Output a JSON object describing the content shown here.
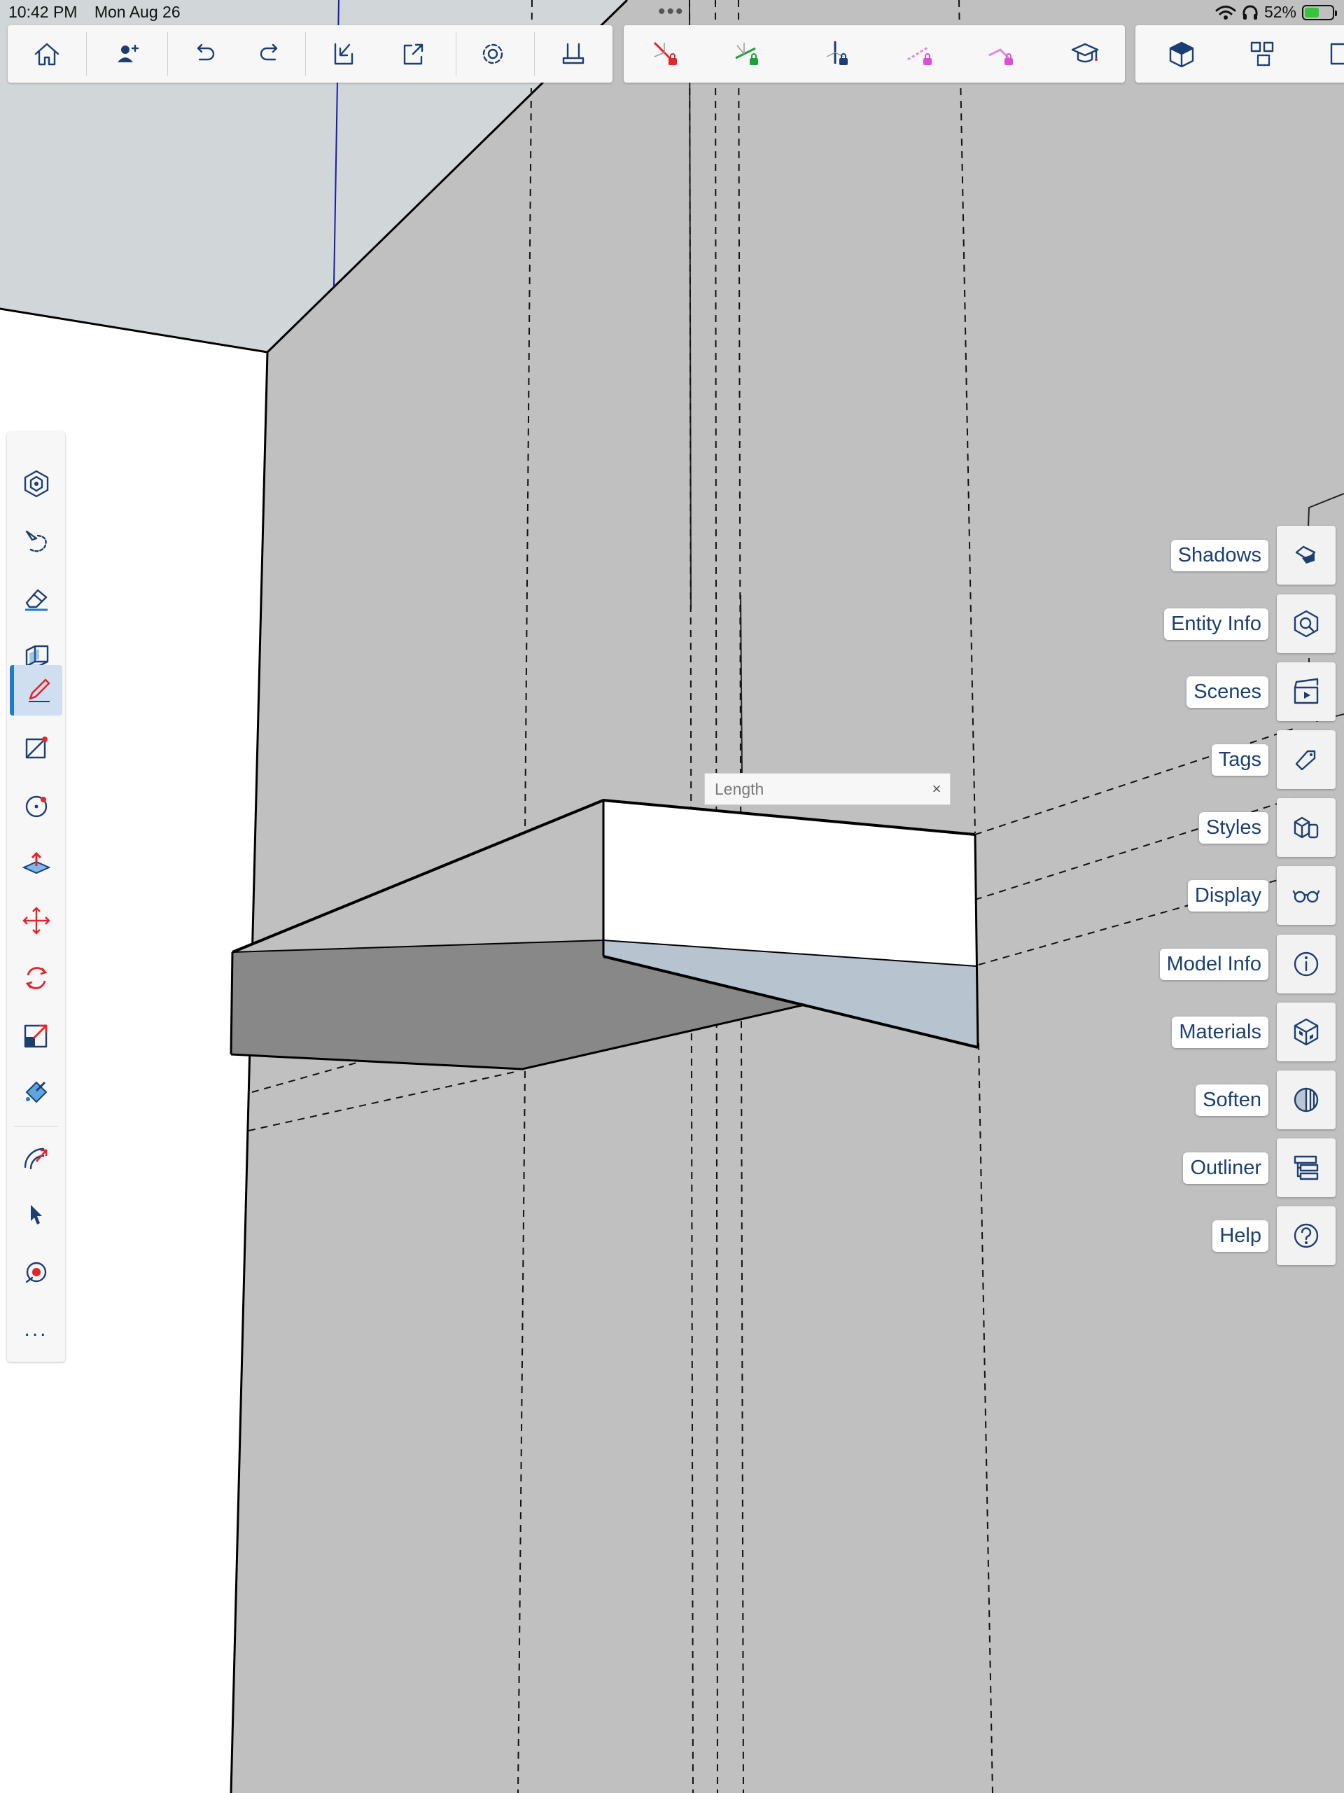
{
  "status_bar": {
    "time": "10:42 PM",
    "date": "Mon Aug 26",
    "battery_percent": "52%",
    "battery_level": 0.52,
    "icons": [
      "wifi-icon",
      "headphones-icon",
      "battery-charging-icon"
    ]
  },
  "toolbar": {
    "buttons": [
      "home-icon",
      "add-collaborator-icon",
      "undo-icon",
      "redo-icon",
      "import-icon",
      "export-icon",
      "settings-icon",
      "drawer-icon"
    ],
    "axis_locks": [
      "red-axis-lock-icon",
      "green-axis-lock-icon",
      "blue-axis-lock-icon",
      "magenta-inference-lock-icon",
      "pink-inference-lock-icon",
      "instructor-icon"
    ],
    "view_buttons": [
      "view-cube-icon",
      "components-icon",
      "views-icon"
    ],
    "colors": {
      "red": "#e3242b",
      "green": "#19a33a",
      "blue": "#1b3f72",
      "magenta": "#d94fd6"
    }
  },
  "left_tools": {
    "items": [
      "search-object-icon",
      "lasso-select-icon",
      "eraser-icon",
      "section-plane-icon",
      "pencil-icon",
      "rectangle-icon",
      "circle-icon",
      "push-pull-icon",
      "move-icon",
      "rotate-icon",
      "scale-icon",
      "paint-bucket-icon",
      "offset-icon",
      "select-arrow-icon",
      "tape-measure-icon"
    ],
    "active": "pencil-icon",
    "more": "..."
  },
  "right_panel": {
    "items": [
      {
        "label": "Shadows",
        "icon": "shadows-icon"
      },
      {
        "label": "Entity Info",
        "icon": "entity-info-icon"
      },
      {
        "label": "Scenes",
        "icon": "scenes-icon"
      },
      {
        "label": "Tags",
        "icon": "tags-icon"
      },
      {
        "label": "Styles",
        "icon": "styles-icon"
      },
      {
        "label": "Display",
        "icon": "display-icon"
      },
      {
        "label": "Model Info",
        "icon": "model-info-icon"
      },
      {
        "label": "Materials",
        "icon": "materials-icon"
      },
      {
        "label": "Soften",
        "icon": "soften-icon"
      },
      {
        "label": "Outliner",
        "icon": "outliner-icon"
      },
      {
        "label": "Help",
        "icon": "help-icon"
      }
    ]
  },
  "length_input": {
    "placeholder": "Length",
    "value": "",
    "close": "×"
  },
  "viewport": {
    "sky_color": "#d1d6d9",
    "wall_color": "#c0c0c0",
    "white_color": "#ffffff",
    "dark_face_color": "#888888",
    "blue_face_color": "#b7c4cf",
    "axis_blue": "#1a1aa8"
  }
}
